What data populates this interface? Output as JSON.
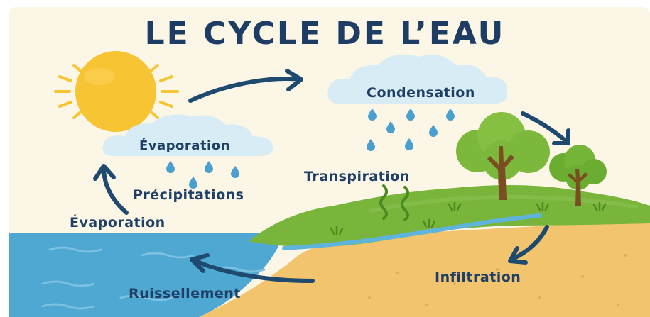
{
  "title": "LE CYCLE DE L’EAU",
  "labels": {
    "condensation": "Condensation",
    "evaporation_cloud": "Évaporation",
    "transpiration": "Transpiration",
    "precipitations": "Précipitations",
    "evaporation_sea": "Évaporation",
    "infiltration": "Infiltration",
    "ruissellement": "Ruissellement"
  },
  "colors": {
    "background": "#fbf6e6",
    "sun": "#f7c433",
    "cloud": "#d8ecf5",
    "drop": "#4a9fce",
    "sea": "#4fa8d2",
    "sand": "#f2c46d",
    "grass": "#79b43b",
    "arrow": "#1e4a70",
    "text": "#1f3f66"
  }
}
